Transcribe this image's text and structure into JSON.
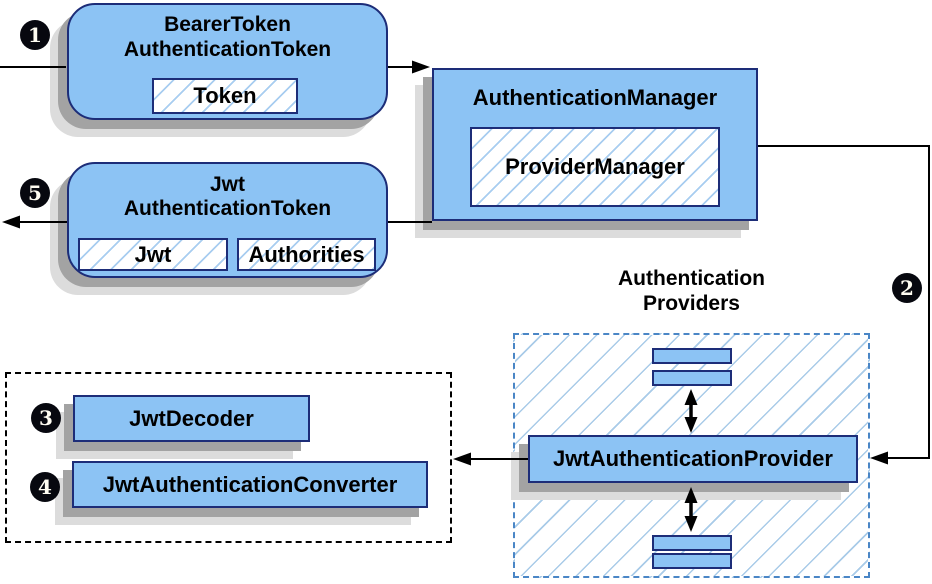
{
  "theme": {
    "box-fill": "#8cc3f4",
    "box-border": "#1d2d78",
    "hatch-line": "#a8cdf0",
    "container-hatch": "#a9cbe8",
    "dashed-blue": "#4a86c6",
    "shadow-dark": "#a3a3a3",
    "shadow-light": "#dcdcdc",
    "wire": "#000000"
  },
  "steps": [
    "1",
    "2",
    "3",
    "4",
    "5"
  ],
  "bearer_token_box": {
    "title_line1": "BearerToken",
    "title_line2": "AuthenticationToken",
    "inner_label": "Token"
  },
  "jwt_token_box": {
    "title_line1": "Jwt",
    "title_line2": "AuthenticationToken",
    "inner_left_label": "Jwt",
    "inner_right_label": "Authorities"
  },
  "authentication_manager_box": {
    "title": "AuthenticationManager",
    "inner_label": "ProviderManager"
  },
  "providers_group": {
    "label_line1": "Authentication",
    "label_line2": "Providers",
    "provider_box_label": "JwtAuthenticationProvider"
  },
  "decoder_group": {
    "decoder_label": "JwtDecoder",
    "converter_label": "JwtAuthenticationConverter"
  }
}
